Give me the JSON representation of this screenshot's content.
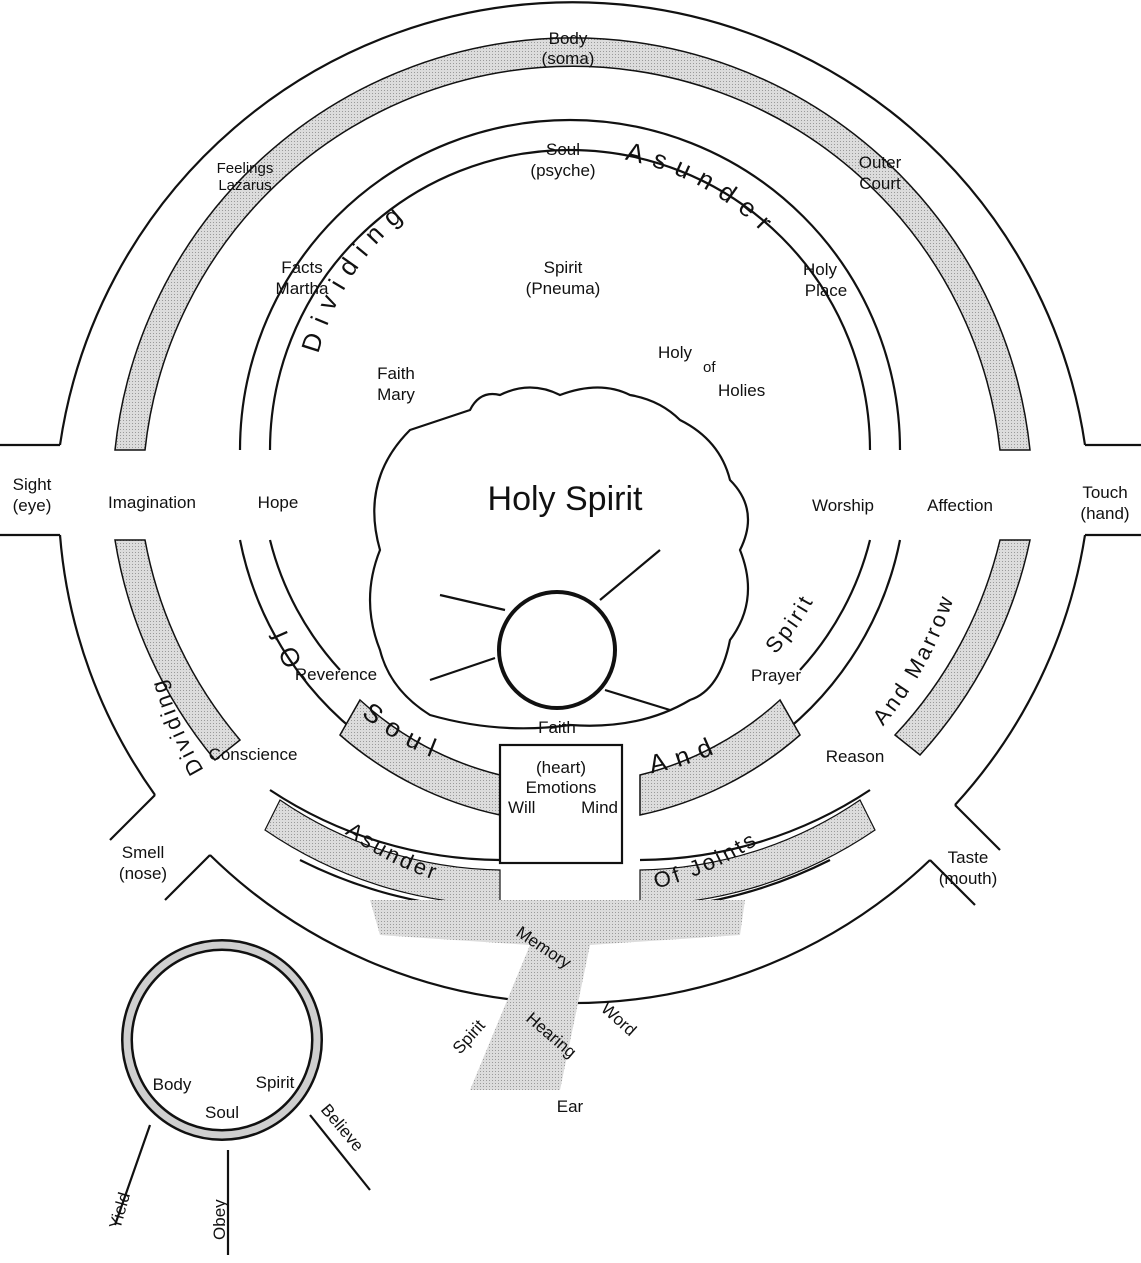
{
  "outer": {
    "body": [
      "Body",
      "(soma)"
    ],
    "outer_court": [
      "Outer",
      "Court"
    ],
    "feelings": [
      "Feelings",
      "Lazarus"
    ],
    "sight": [
      "Sight",
      "(eye)"
    ],
    "touch": [
      "Touch",
      "(hand)"
    ],
    "smell": [
      "Smell",
      "(nose)"
    ],
    "taste": [
      "Taste",
      "(mouth)"
    ],
    "imagination": "Imagination",
    "affection": "Affection",
    "conscience": "Conscience",
    "reason": "Reason"
  },
  "middle": {
    "soul": [
      "Soul",
      "(psyche)"
    ],
    "facts": [
      "Facts",
      "Martha"
    ],
    "holy_place": [
      "Holy",
      "Place"
    ],
    "hope": "Hope",
    "worship": "Worship",
    "reverence": "Reverence",
    "prayer": "Prayer"
  },
  "inner": {
    "spirit": [
      "Spirit",
      "(Pneuma)"
    ],
    "faith_mary": [
      "Faith",
      "Mary"
    ],
    "holy_of_holies": [
      "Holy",
      "of",
      "Holies"
    ],
    "holy_spirit": "Holy Spirit",
    "faith": "Faith"
  },
  "heart_box": {
    "heart": "(heart)",
    "emotions": "Emotions",
    "will": "Will",
    "mind": "Mind"
  },
  "arc_text": {
    "dividing_top": "Dividing",
    "asunder_top": "Asunder",
    "dividing_left": "Dividing",
    "of_left": "Of",
    "spirit_right": "Spirit",
    "and_marrow": "And Marrow",
    "soul_bottom": "Soul",
    "and_bottom": "And",
    "asunder_bottom": "Asunder",
    "of_joints": "Of Joints"
  },
  "ear": {
    "memory": "Memory",
    "spirit": "Spirit",
    "word": "Word",
    "hearing": "Hearing",
    "ear": "Ear"
  },
  "keyring": {
    "body": "Body",
    "soul": "Soul",
    "spirit": "Spirit",
    "yield": "Yield",
    "obey": "Obey",
    "believe": "Believe"
  }
}
